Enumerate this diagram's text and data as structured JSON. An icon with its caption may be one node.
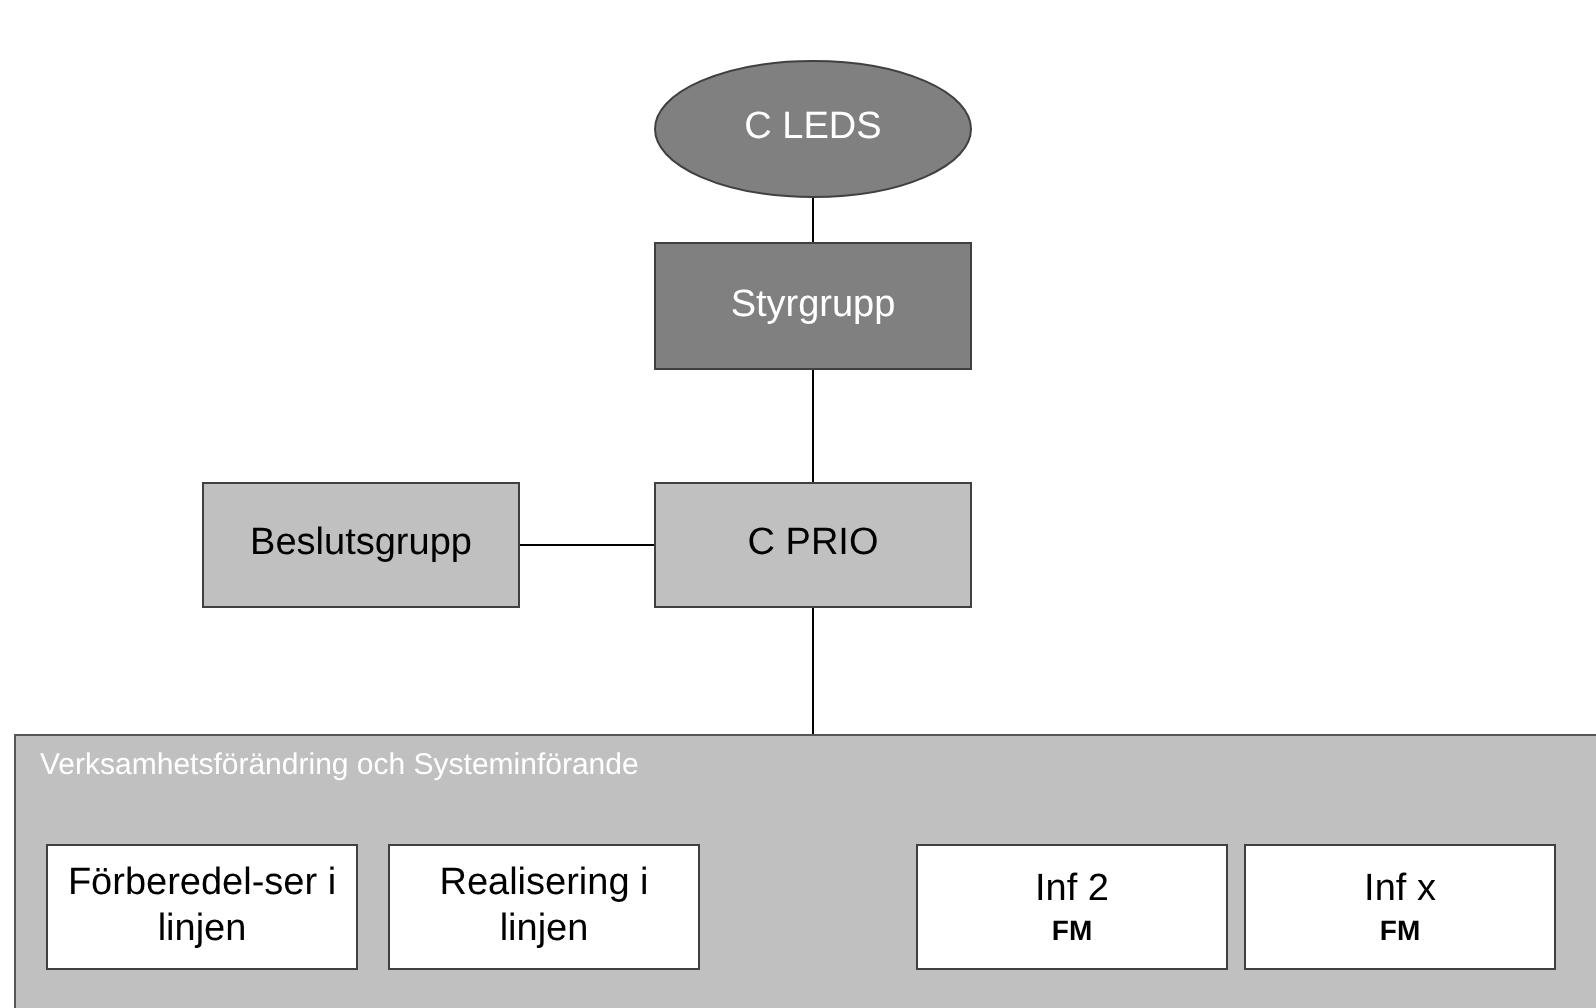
{
  "diagram": {
    "nodes": [
      {
        "text": [
          "C LEDS"
        ]
      },
      {
        "text": [
          "Styrgrupp"
        ]
      },
      {
        "text": [
          "C PRIO"
        ]
      },
      {
        "text": [
          "Beslutsgrupp"
        ]
      },
      {
        "text": [
          "Verksamhetsförändring och Systeminförande"
        ]
      },
      {
        "text": [
          "Förberedel-ser i linjen"
        ],
        "in": 4
      },
      {
        "text": [
          "Realisering i linjen"
        ],
        "in": 4
      },
      {
        "text": [
          "Inf 2",
          "FM"
        ],
        "in": 4
      },
      {
        "text": [
          "Inf x",
          "FM"
        ],
        "in": 4
      }
    ],
    "edges": [
      {
        "from": 0,
        "to": 1,
        "arrow": "none"
      },
      {
        "from": 1,
        "to": 2,
        "arrow": "none"
      },
      {
        "from": 3,
        "to": 2,
        "arrow": "none"
      },
      {
        "from": 2,
        "to": 4,
        "arrow": "none"
      }
    ]
  }
}
